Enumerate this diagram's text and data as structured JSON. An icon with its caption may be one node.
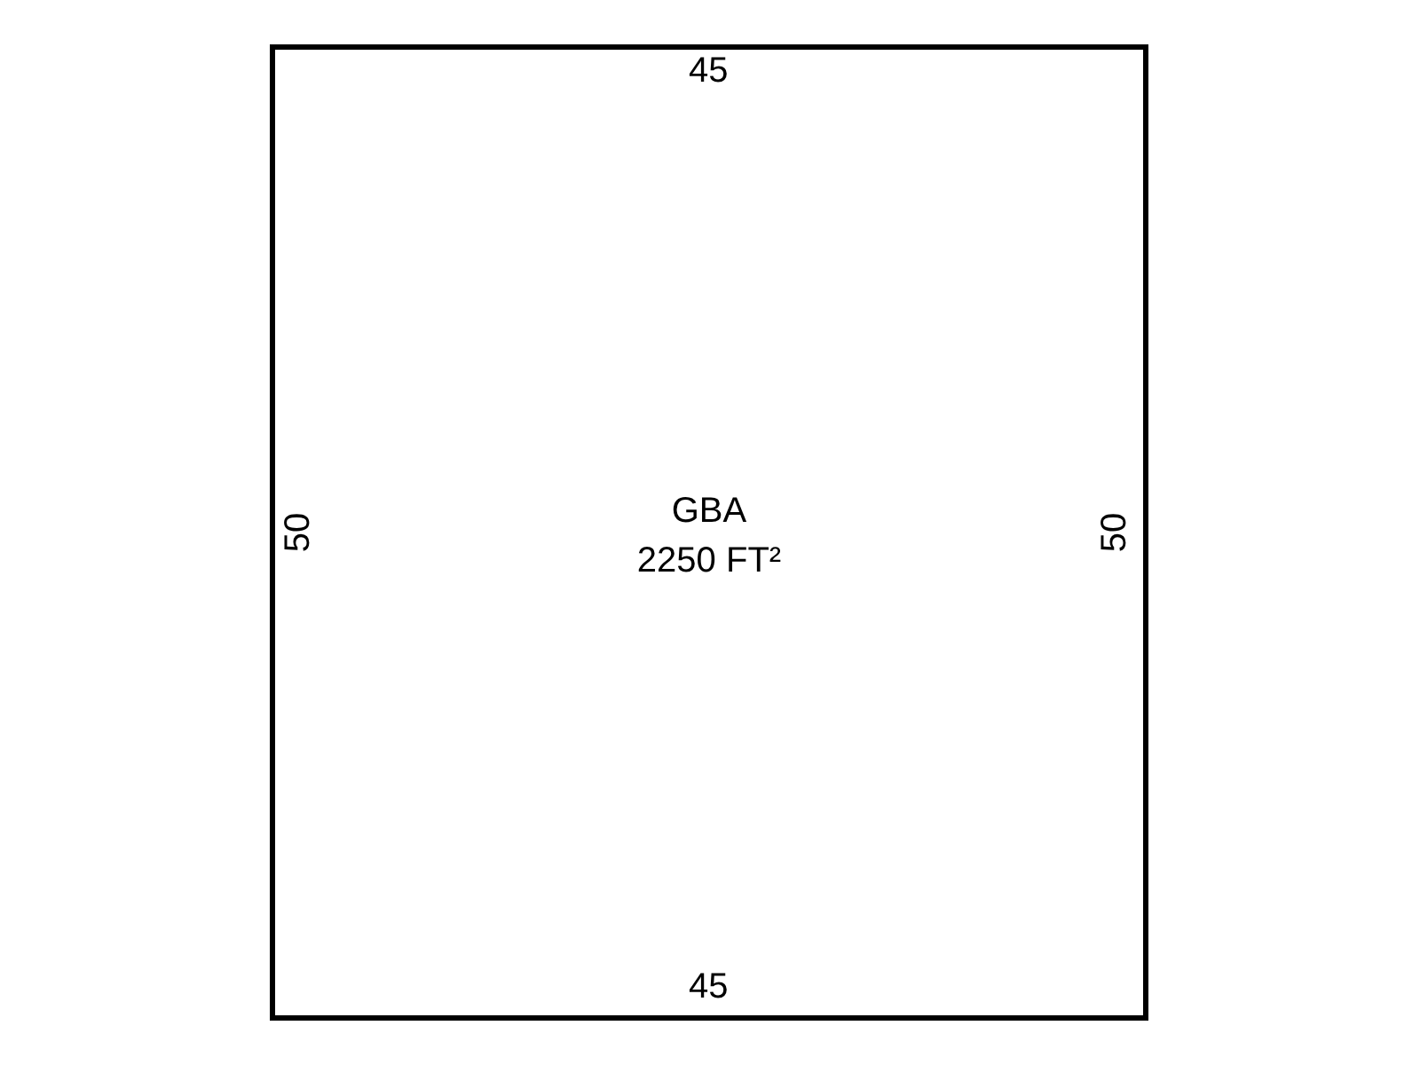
{
  "diagram": {
    "nodes": [
      {
        "text": [
          "GBA",
          "2250 FT²"
        ]
      }
    ],
    "labels": [
      "45",
      "50",
      "50",
      "45"
    ]
  }
}
